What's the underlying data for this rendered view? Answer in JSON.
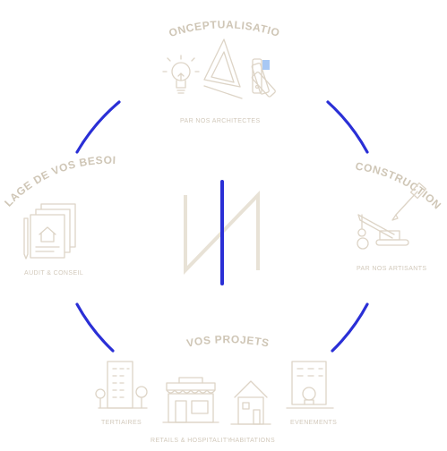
{
  "center_logo": {
    "icon": "w-monogram-icon"
  },
  "colors": {
    "accent": "#2a2fd6",
    "neutral": "#e8e2d6",
    "label": "#cfc6b6",
    "caption": "#d2c9bb"
  },
  "sections": {
    "conceptualisation": {
      "title": "CONCEPTUALISATION",
      "caption": "PAR NOS ARCHITECTES",
      "icons": [
        "lightbulb-icon",
        "set-square-icon",
        "color-swatch-icon"
      ]
    },
    "construction": {
      "title": "CONSTRUCTION",
      "caption": "PAR NOS ARTISANTS",
      "icons": [
        "crane-icon",
        "paintbrush-icon"
      ]
    },
    "ciblage": {
      "title": "CIBLAGE DE VOS BESOINS",
      "caption": "AUDIT & CONSEIL",
      "icons": [
        "documents-icon"
      ]
    },
    "projets": {
      "title": "VOS PROJETS",
      "items": [
        {
          "label": "TERTIAIRES",
          "icon": "office-building-icon"
        },
        {
          "label": "RETAILS & HOSPITALITY",
          "icon": "storefront-icon"
        },
        {
          "label": "HABITATIONS",
          "icon": "house-icon"
        },
        {
          "label": "EVENEMENTS",
          "icon": "event-venue-icon"
        }
      ]
    }
  }
}
